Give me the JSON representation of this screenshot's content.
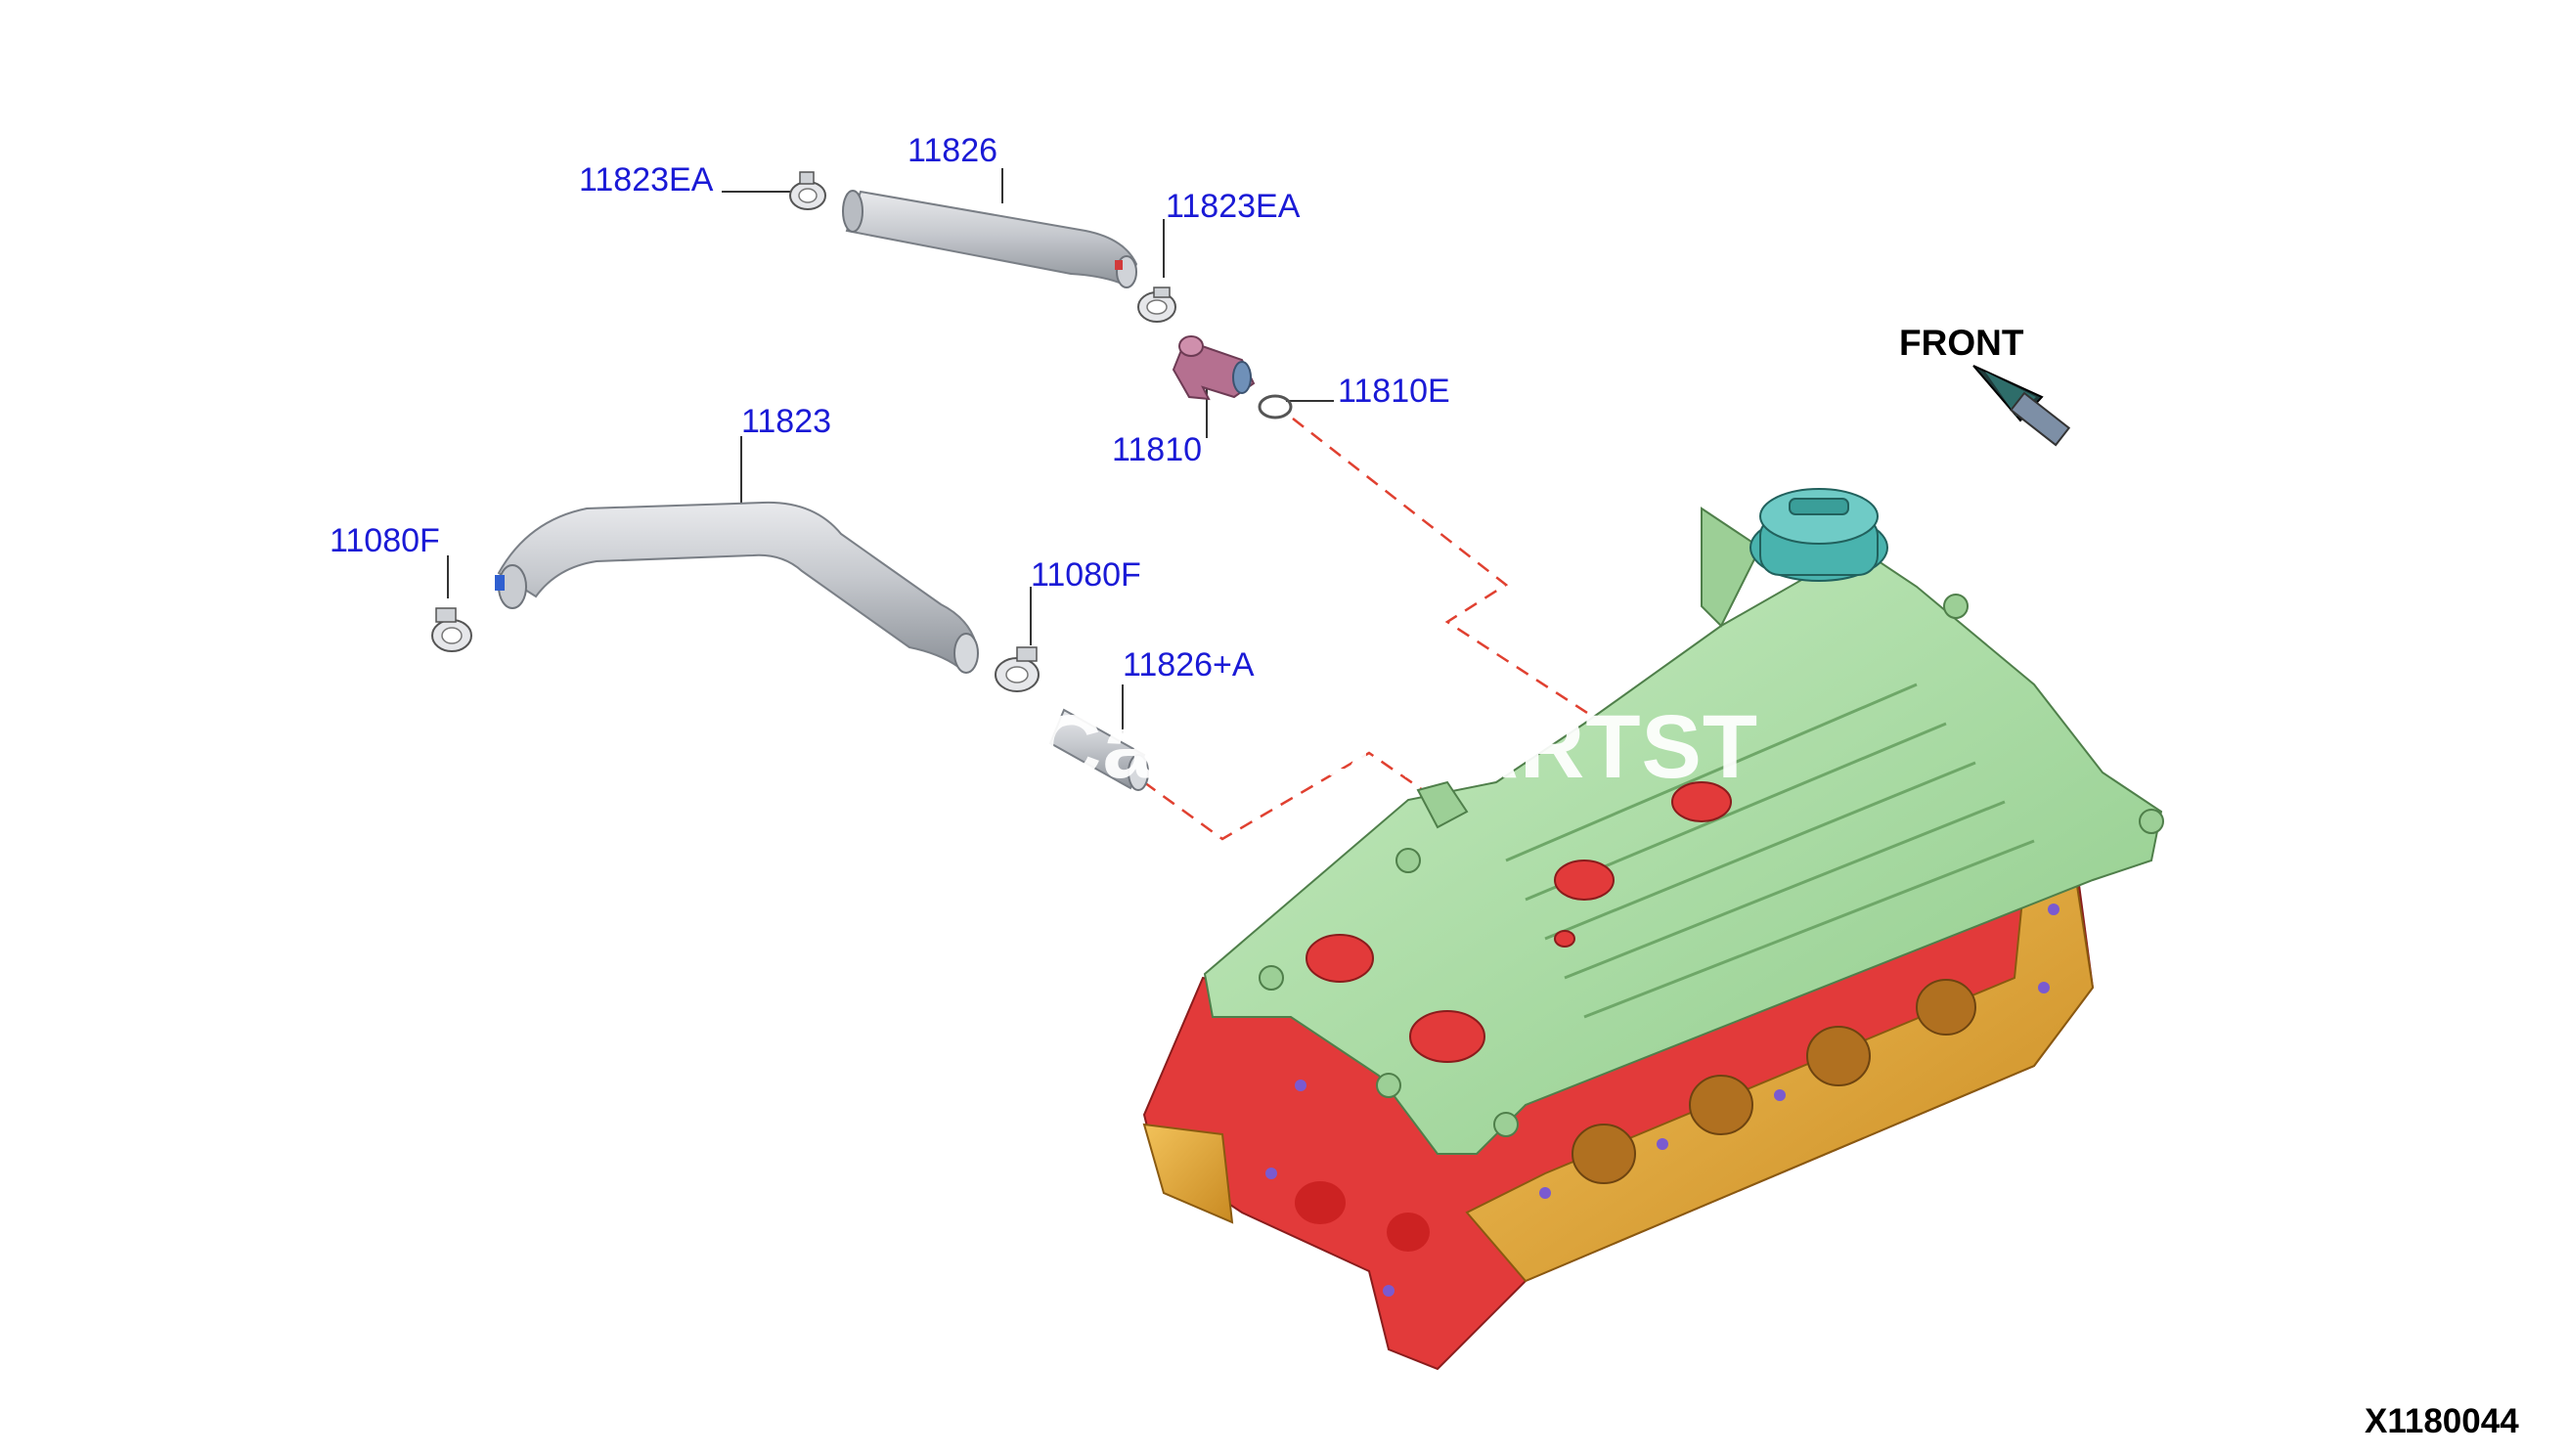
{
  "diagram": {
    "callouts": [
      {
        "id": "c1",
        "text": "11823EA"
      },
      {
        "id": "c2",
        "text": "11826"
      },
      {
        "id": "c3",
        "text": "11823EA"
      },
      {
        "id": "c4",
        "text": "11810E"
      },
      {
        "id": "c5",
        "text": "11810"
      },
      {
        "id": "c6",
        "text": "11823"
      },
      {
        "id": "c7",
        "text": "11080F"
      },
      {
        "id": "c8",
        "text": "11080F"
      },
      {
        "id": "c9",
        "text": "11826+A"
      }
    ],
    "front_label": "FRONT",
    "figure_id": "X1180044",
    "watermark": "Catalog PARTST"
  },
  "colors": {
    "callout_text": "#1a1ad6",
    "cover_green": "#a9dca3",
    "head_red": "#e23a3a",
    "head_gold": "#e0a43a",
    "oil_cap_teal": "#49b3ae",
    "hose_gray": "#c4c7cc",
    "pcv_valve": "#b57090",
    "dash_line": "#e04030"
  }
}
